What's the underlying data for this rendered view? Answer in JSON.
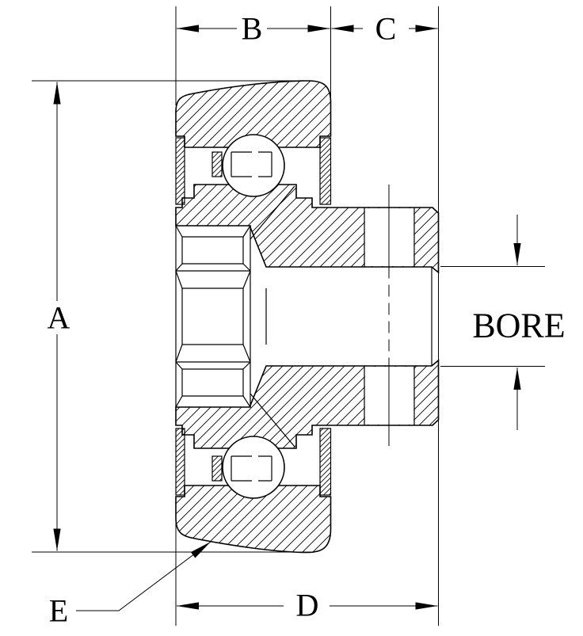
{
  "labels": {
    "dim_a": "A",
    "dim_b": "B",
    "dim_c": "C",
    "dim_d": "D",
    "dim_e": "E",
    "bore": "BORE"
  },
  "colors": {
    "line": "#000000",
    "background": "#ffffff"
  }
}
